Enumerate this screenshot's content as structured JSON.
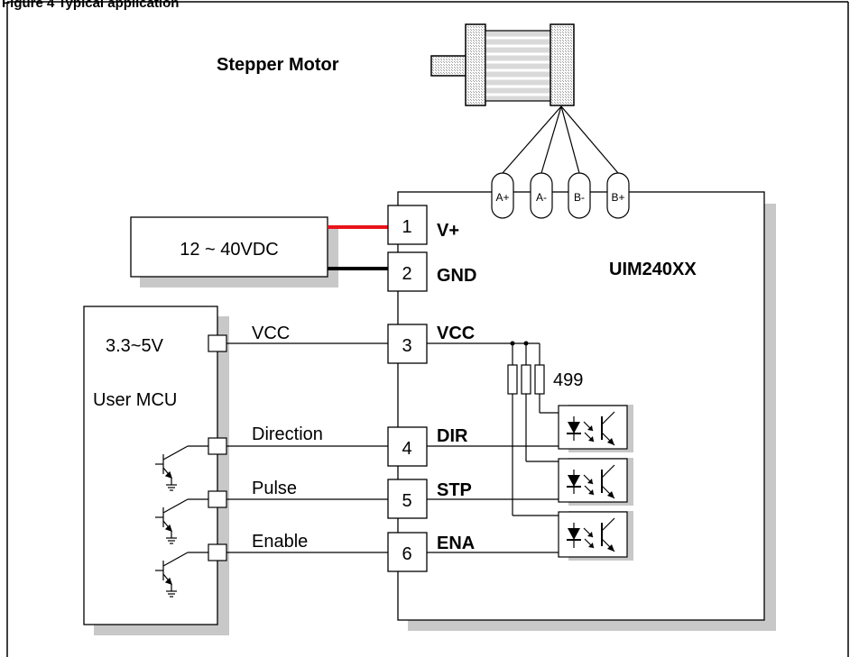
{
  "caption": "Figure 4 Typical application",
  "motor": {
    "label": "Stepper Motor",
    "leads": [
      "A+",
      "A-",
      "B-",
      "B+"
    ]
  },
  "power_supply": {
    "label": "12 ~ 40VDC",
    "positive_color": "#e8141b",
    "negative_color": "#000000"
  },
  "controller": {
    "label": "UIM240XX"
  },
  "mcu": {
    "label": "User MCU",
    "supply": "3.3~5V"
  },
  "terminals": [
    {
      "number": "1",
      "name": "V+"
    },
    {
      "number": "2",
      "name": "GND"
    },
    {
      "number": "3",
      "name": "VCC"
    },
    {
      "number": "4",
      "name": "DIR"
    },
    {
      "number": "5",
      "name": "STP"
    },
    {
      "number": "6",
      "name": "ENA"
    }
  ],
  "signals": {
    "vcc": "VCC",
    "direction": "Direction",
    "pulse": "Pulse",
    "enable": "Enable"
  },
  "resistor": {
    "value": "499"
  },
  "colors": {
    "shadow": "#c8c8c8",
    "motor_fill": "#d9d9d9"
  }
}
